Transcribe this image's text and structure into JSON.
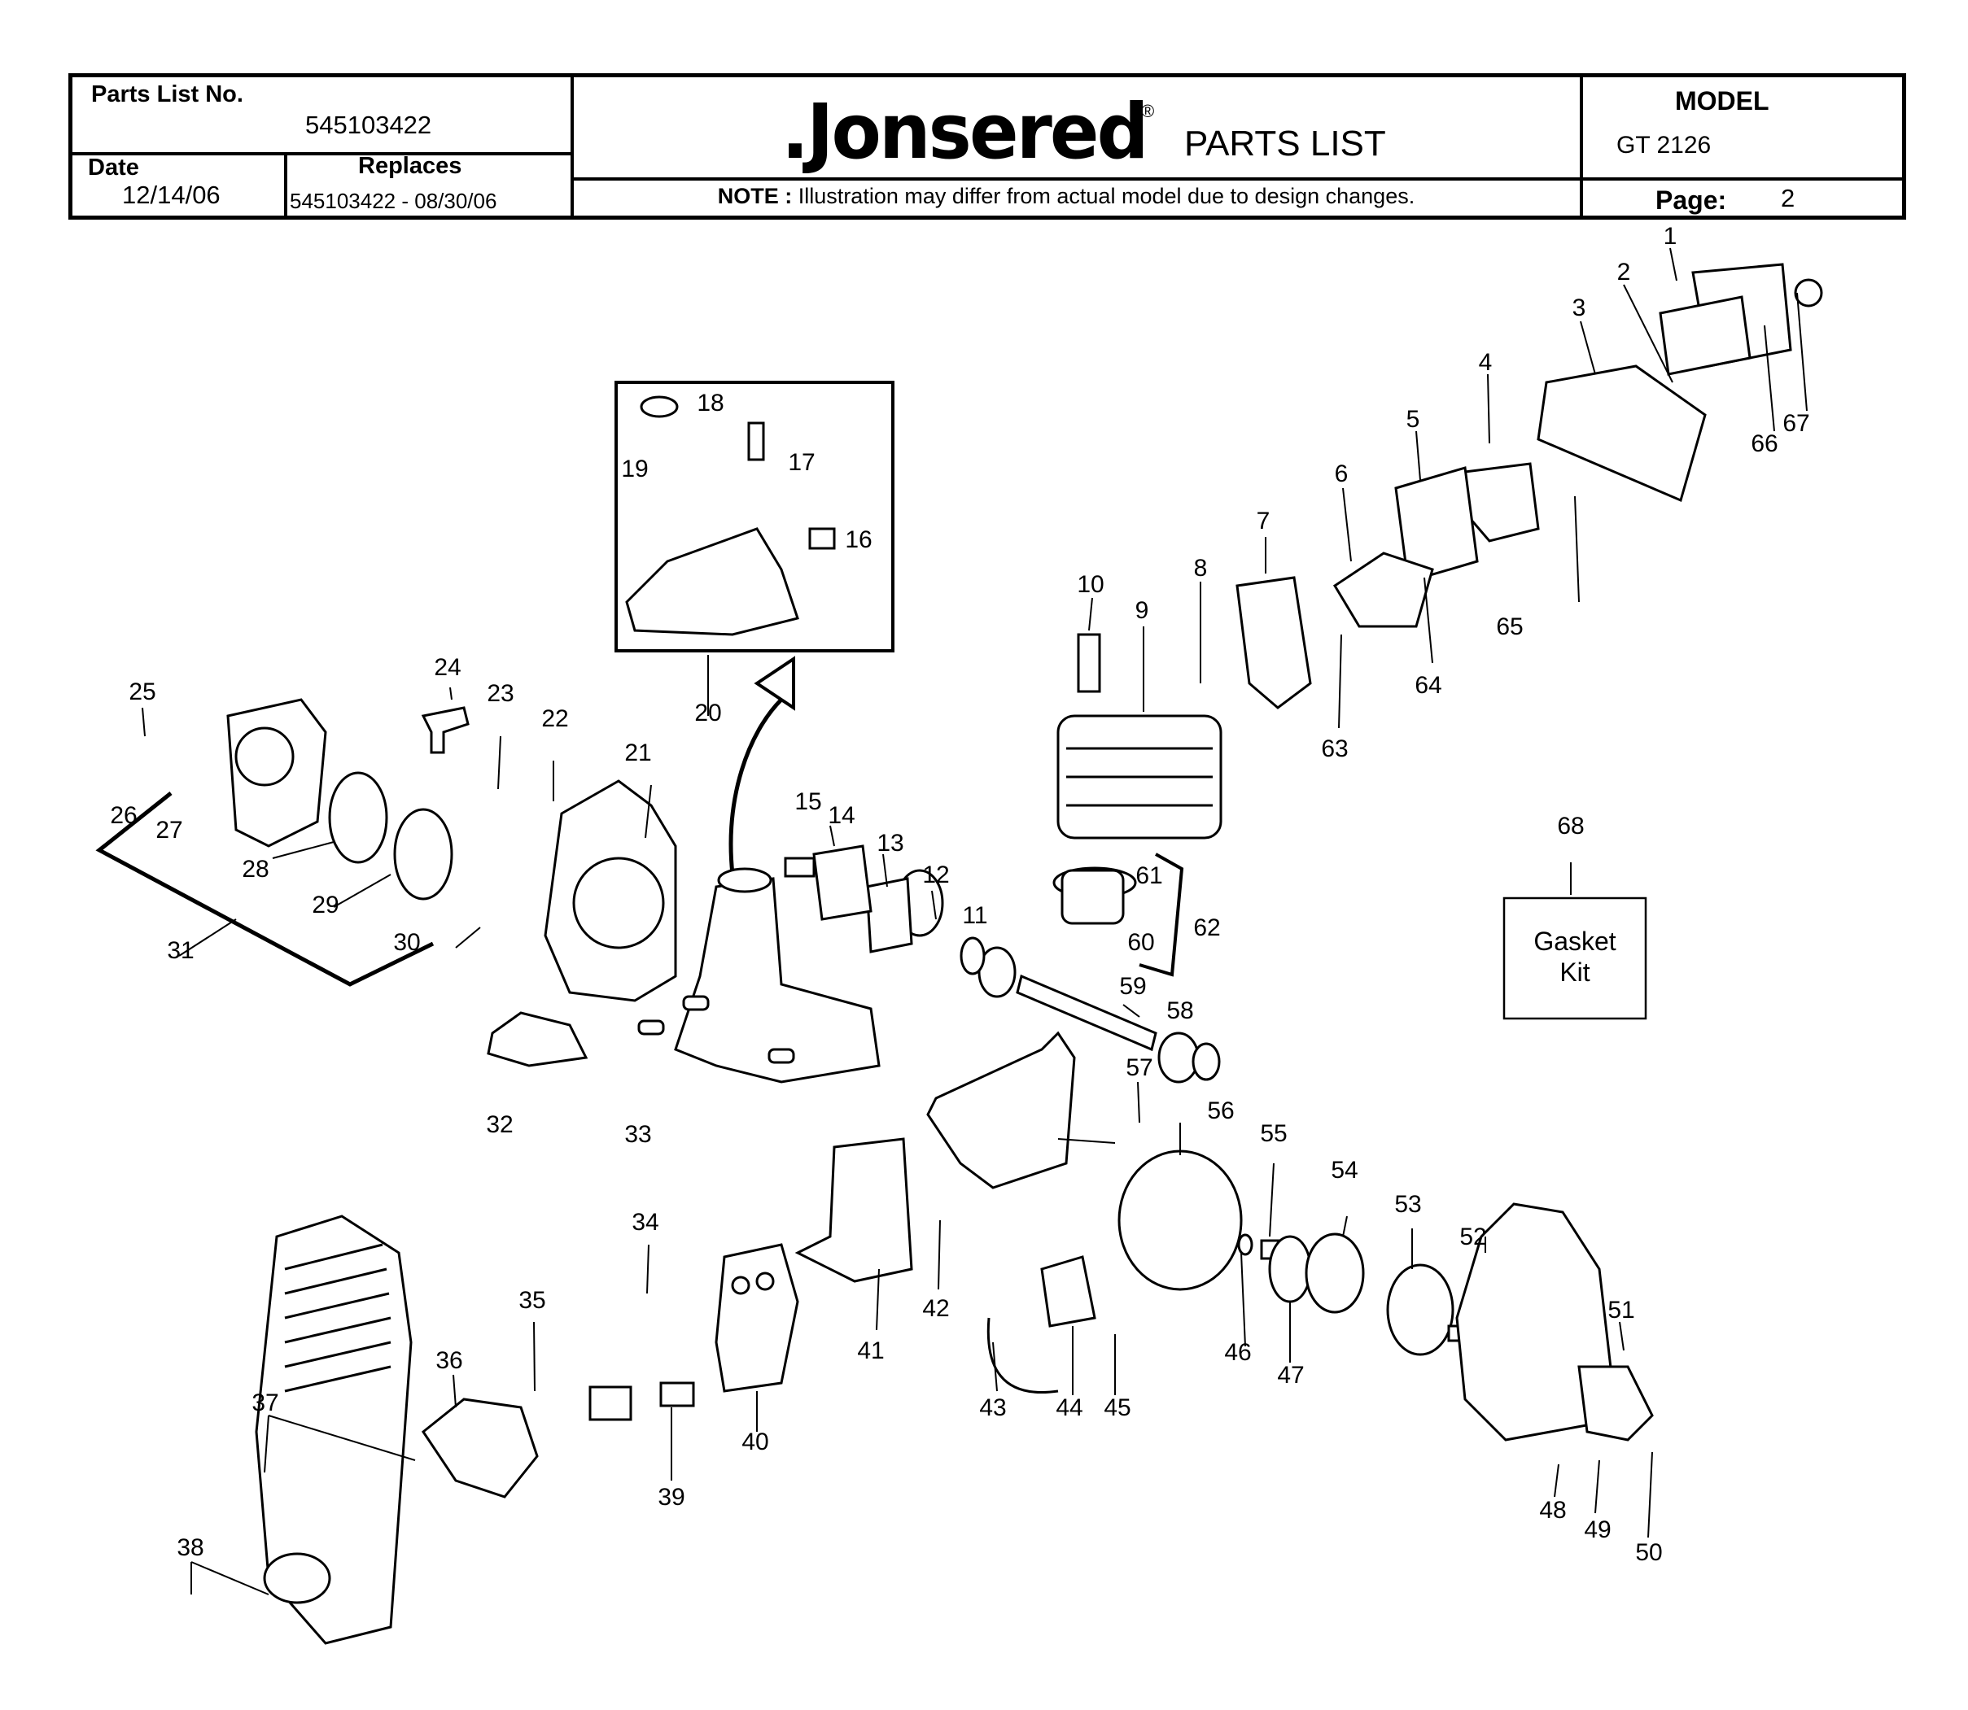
{
  "header": {
    "parts_list_no_label": "Parts List No.",
    "parts_list_no": "545103422",
    "date_label": "Date",
    "date": "12/14/06",
    "replaces_label": "Replaces",
    "replaces": "545103422 - 08/30/06",
    "brand": ".Jonsered",
    "registered": "®",
    "title": "PARTS LIST",
    "note_label": "NOTE :",
    "note_text": "Illustration may differ from actual model due to design changes.",
    "model_label": "MODEL",
    "model": "GT 2126",
    "page_label": "Page:",
    "page": "2"
  },
  "diagram": {
    "callouts": [
      "1",
      "2",
      "3",
      "4",
      "5",
      "6",
      "7",
      "8",
      "9",
      "10",
      "11",
      "12",
      "13",
      "14",
      "15",
      "16",
      "17",
      "18",
      "19",
      "20",
      "21",
      "22",
      "23",
      "24",
      "25",
      "26",
      "27",
      "28",
      "29",
      "30",
      "31",
      "32",
      "33",
      "34",
      "35",
      "36",
      "37",
      "38",
      "39",
      "40",
      "41",
      "42",
      "43",
      "44",
      "45",
      "46",
      "47",
      "48",
      "49",
      "50",
      "51",
      "52",
      "53",
      "54",
      "55",
      "56",
      "57",
      "58",
      "59",
      "60",
      "61",
      "62",
      "63",
      "64",
      "65",
      "66",
      "67",
      "68"
    ],
    "gasket_kit_line1": "Gasket",
    "gasket_kit_line2": "Kit"
  }
}
